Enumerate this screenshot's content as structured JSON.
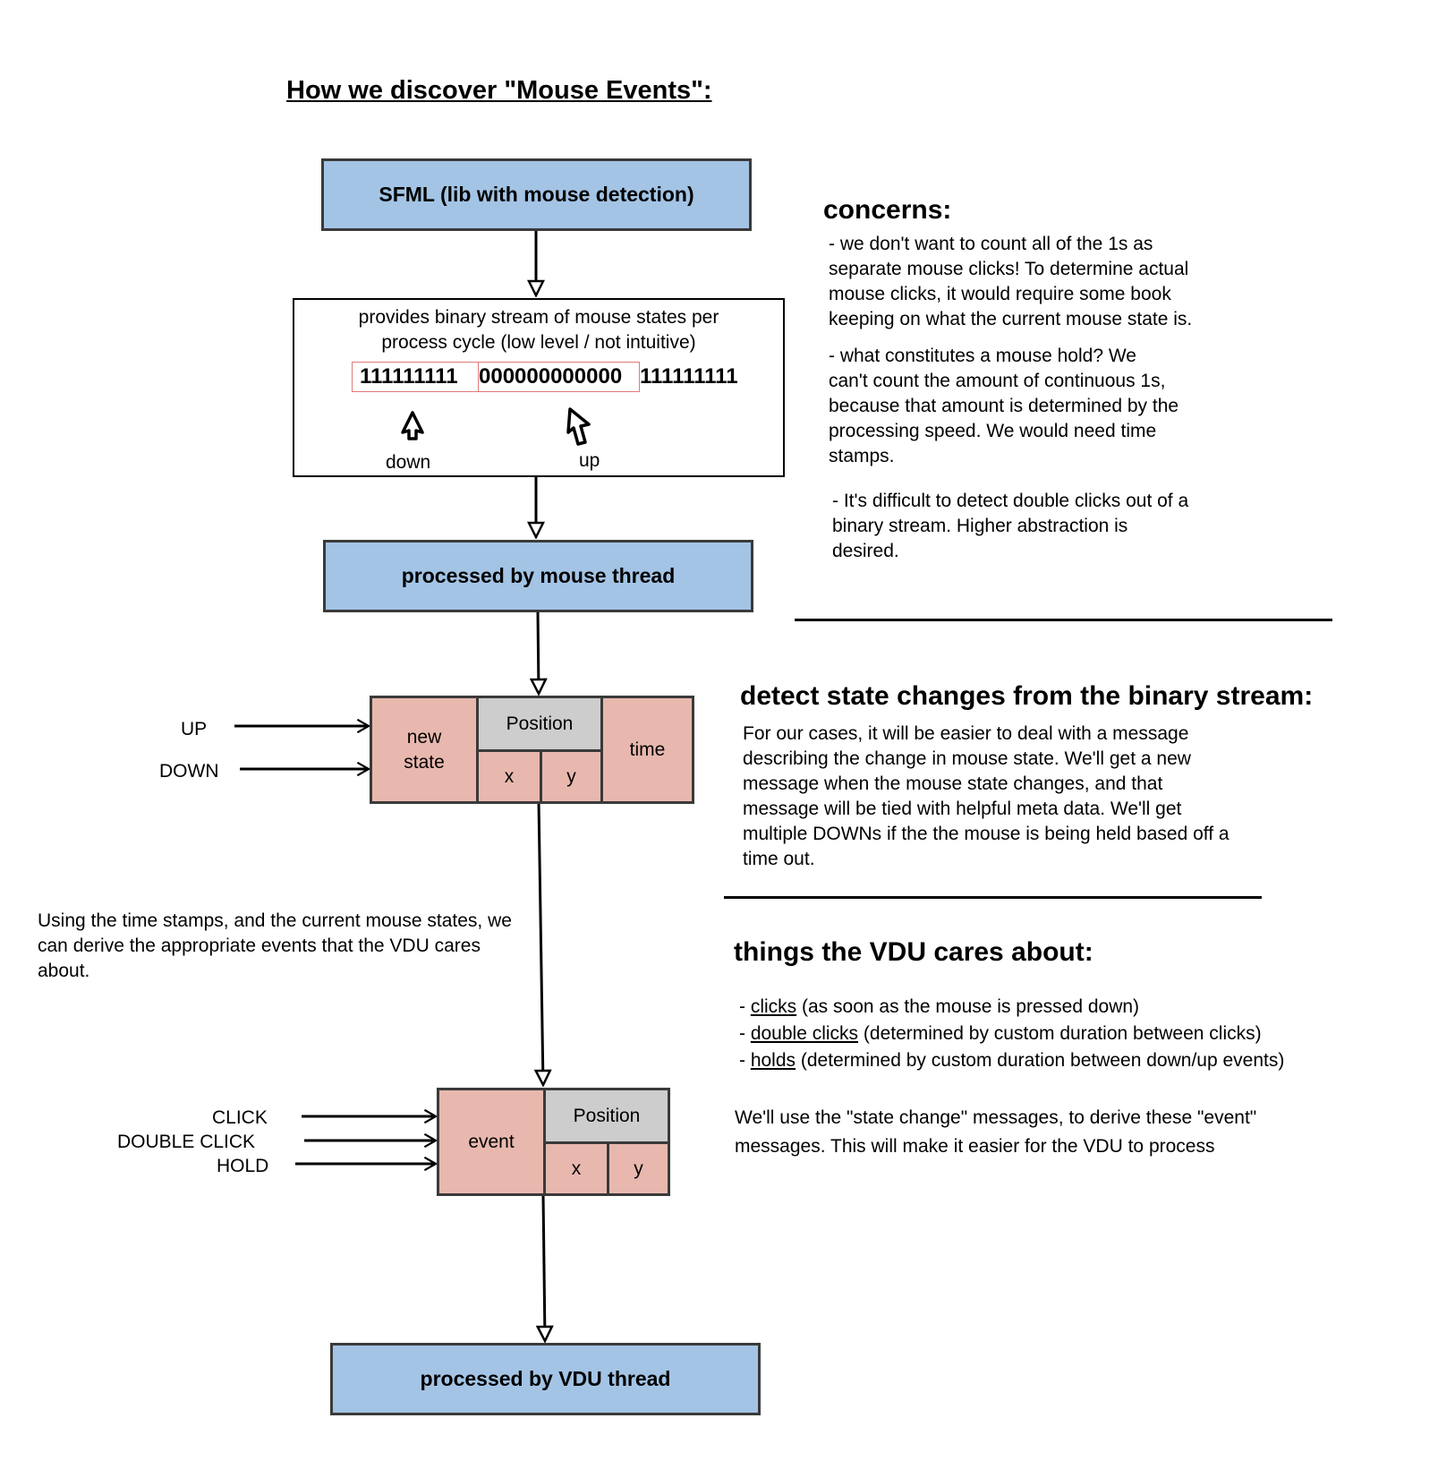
{
  "title": "How we discover \"Mouse Events\":",
  "flow": {
    "sfml_box": "SFML (lib with mouse detection)",
    "stream_box": {
      "line1": "provides binary stream of mouse states per",
      "line2": "process cycle (low level / not intuitive)",
      "bits_ones_a": "111111111",
      "bits_zeros": "000000000000",
      "bits_ones_b": "111111111",
      "down_label": "down",
      "up_label": "up"
    },
    "mouse_thread_box": "processed by mouse thread",
    "state_message": {
      "inputs": [
        "UP",
        "DOWN"
      ],
      "new_state": "new state",
      "position": "Position",
      "x": "x",
      "y": "y",
      "time": "time"
    },
    "middle_note": "Using the time stamps, and the current mouse states, we can derive the appropriate events that the VDU cares about.",
    "event_message": {
      "inputs": [
        "CLICK",
        "DOUBLE CLICK",
        "HOLD"
      ],
      "event": "event",
      "position": "Position",
      "x": "x",
      "y": "y"
    },
    "vdu_thread_box": "processed by VDU thread"
  },
  "concerns": {
    "heading": "concerns:",
    "items": [
      "- we don't want to count all of the 1s as\nseparate mouse clicks!  To determine actual\nmouse clicks, it would require some book\nkeeping on what the current mouse state is.",
      "- what constitutes a mouse hold?  We\ncan't count the amount of continuous 1s,\nbecause that amount is determined by the\nprocessing speed.  We would need time\nstamps.",
      "- It's difficult to detect double clicks out of a\nbinary stream.  Higher abstraction is\ndesired."
    ]
  },
  "state_changes": {
    "heading": "detect state changes from the binary stream:",
    "body": "For our cases, it will be easier to deal with a message\ndescribing the change in mouse state.  We'll get a new\nmessage when the mouse state changes, and that\nmessage will be tied with helpful meta data. We'll get\nmultiple DOWNs if the the mouse is being held based off a\ntime out."
  },
  "vdu_cares": {
    "heading": "things the VDU cares about:",
    "items": [
      {
        "prefix": "- ",
        "term": "clicks",
        "desc": " (as soon as the mouse is pressed down)"
      },
      {
        "prefix": "- ",
        "term": "double clicks",
        "desc": " (determined by custom duration between clicks)"
      },
      {
        "prefix": "- ",
        "term": "holds",
        "desc": " (determined by custom duration between down/up events)"
      }
    ],
    "closing": "We'll use the \"state change\" messages, to derive these \"event\"\nmessages.  This will make it easier for the VDU to process"
  }
}
